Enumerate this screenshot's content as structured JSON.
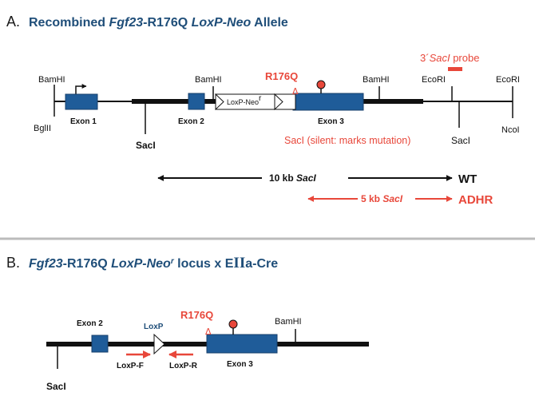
{
  "panel_a": {
    "letter": "A.",
    "title_parts": [
      {
        "text": "Recombined ",
        "italic": false
      },
      {
        "text": "Fgf23",
        "italic": true
      },
      {
        "text": "-R176Q ",
        "italic": false
      },
      {
        "text": "LoxP-Neo",
        "italic": true
      },
      {
        "text": " Allele",
        "italic": false
      }
    ],
    "probe_label": {
      "prefix": "3´",
      "italic": "SacI",
      "suffix": " probe"
    },
    "sites": {
      "bamhi_1": "BamHI",
      "bglii": "BglII",
      "bamhi_2": "BamHI",
      "bamhi_3": "BamHI",
      "ecori_1": "EcoRI",
      "ecori_2": "EcoRI",
      "saci_1": "SacI",
      "saci_2": "SacI",
      "ncoi": "NcoI"
    },
    "mutation_label": "R176Q",
    "delta_symbol": "Δ",
    "cassette_label": "LoxP-Neo",
    "cassette_superscript": "r",
    "exons": {
      "exon1": "Exon 1",
      "exon2": "Exon 2",
      "exon3": "Exon 3"
    },
    "silent_site_label": "SacI (silent: marks mutation)",
    "wt_fragment": {
      "size": "10 kb ",
      "enzyme": "SacI",
      "allele": "WT"
    },
    "adhr_fragment": {
      "size": "5 kb ",
      "enzyme": "SacI",
      "allele": "ADHR"
    }
  },
  "panel_b": {
    "letter": "B.",
    "title_parts": [
      {
        "text": "Fgf23",
        "italic": true
      },
      {
        "text": "-R176Q ",
        "italic": false
      },
      {
        "text": "LoxP-Neo",
        "italic": true
      },
      {
        "text": "r",
        "italic": true,
        "superscript": true
      },
      {
        "text": "  locus x E",
        "italic": false
      },
      {
        "text": "II",
        "italic": false,
        "large": true
      },
      {
        "text": "a-Cre",
        "italic": false
      }
    ],
    "exons": {
      "exon2": "Exon 2",
      "exon3": "Exon 3"
    },
    "loxp_label": "LoxP",
    "mutation_label": "R176Q",
    "delta_symbol": "Δ",
    "bamhi": "BamHI",
    "saci": "SacI",
    "primer_f": "LoxP-F",
    "primer_r": "LoxP-R"
  },
  "colors": {
    "title_blue": "#1f4e79",
    "exon_fill": "#1f5c99",
    "exon_stroke": "#173f6b",
    "accent_red": "#e8473a",
    "line_black": "#111111",
    "separator_gray": "#bcbcbc"
  }
}
